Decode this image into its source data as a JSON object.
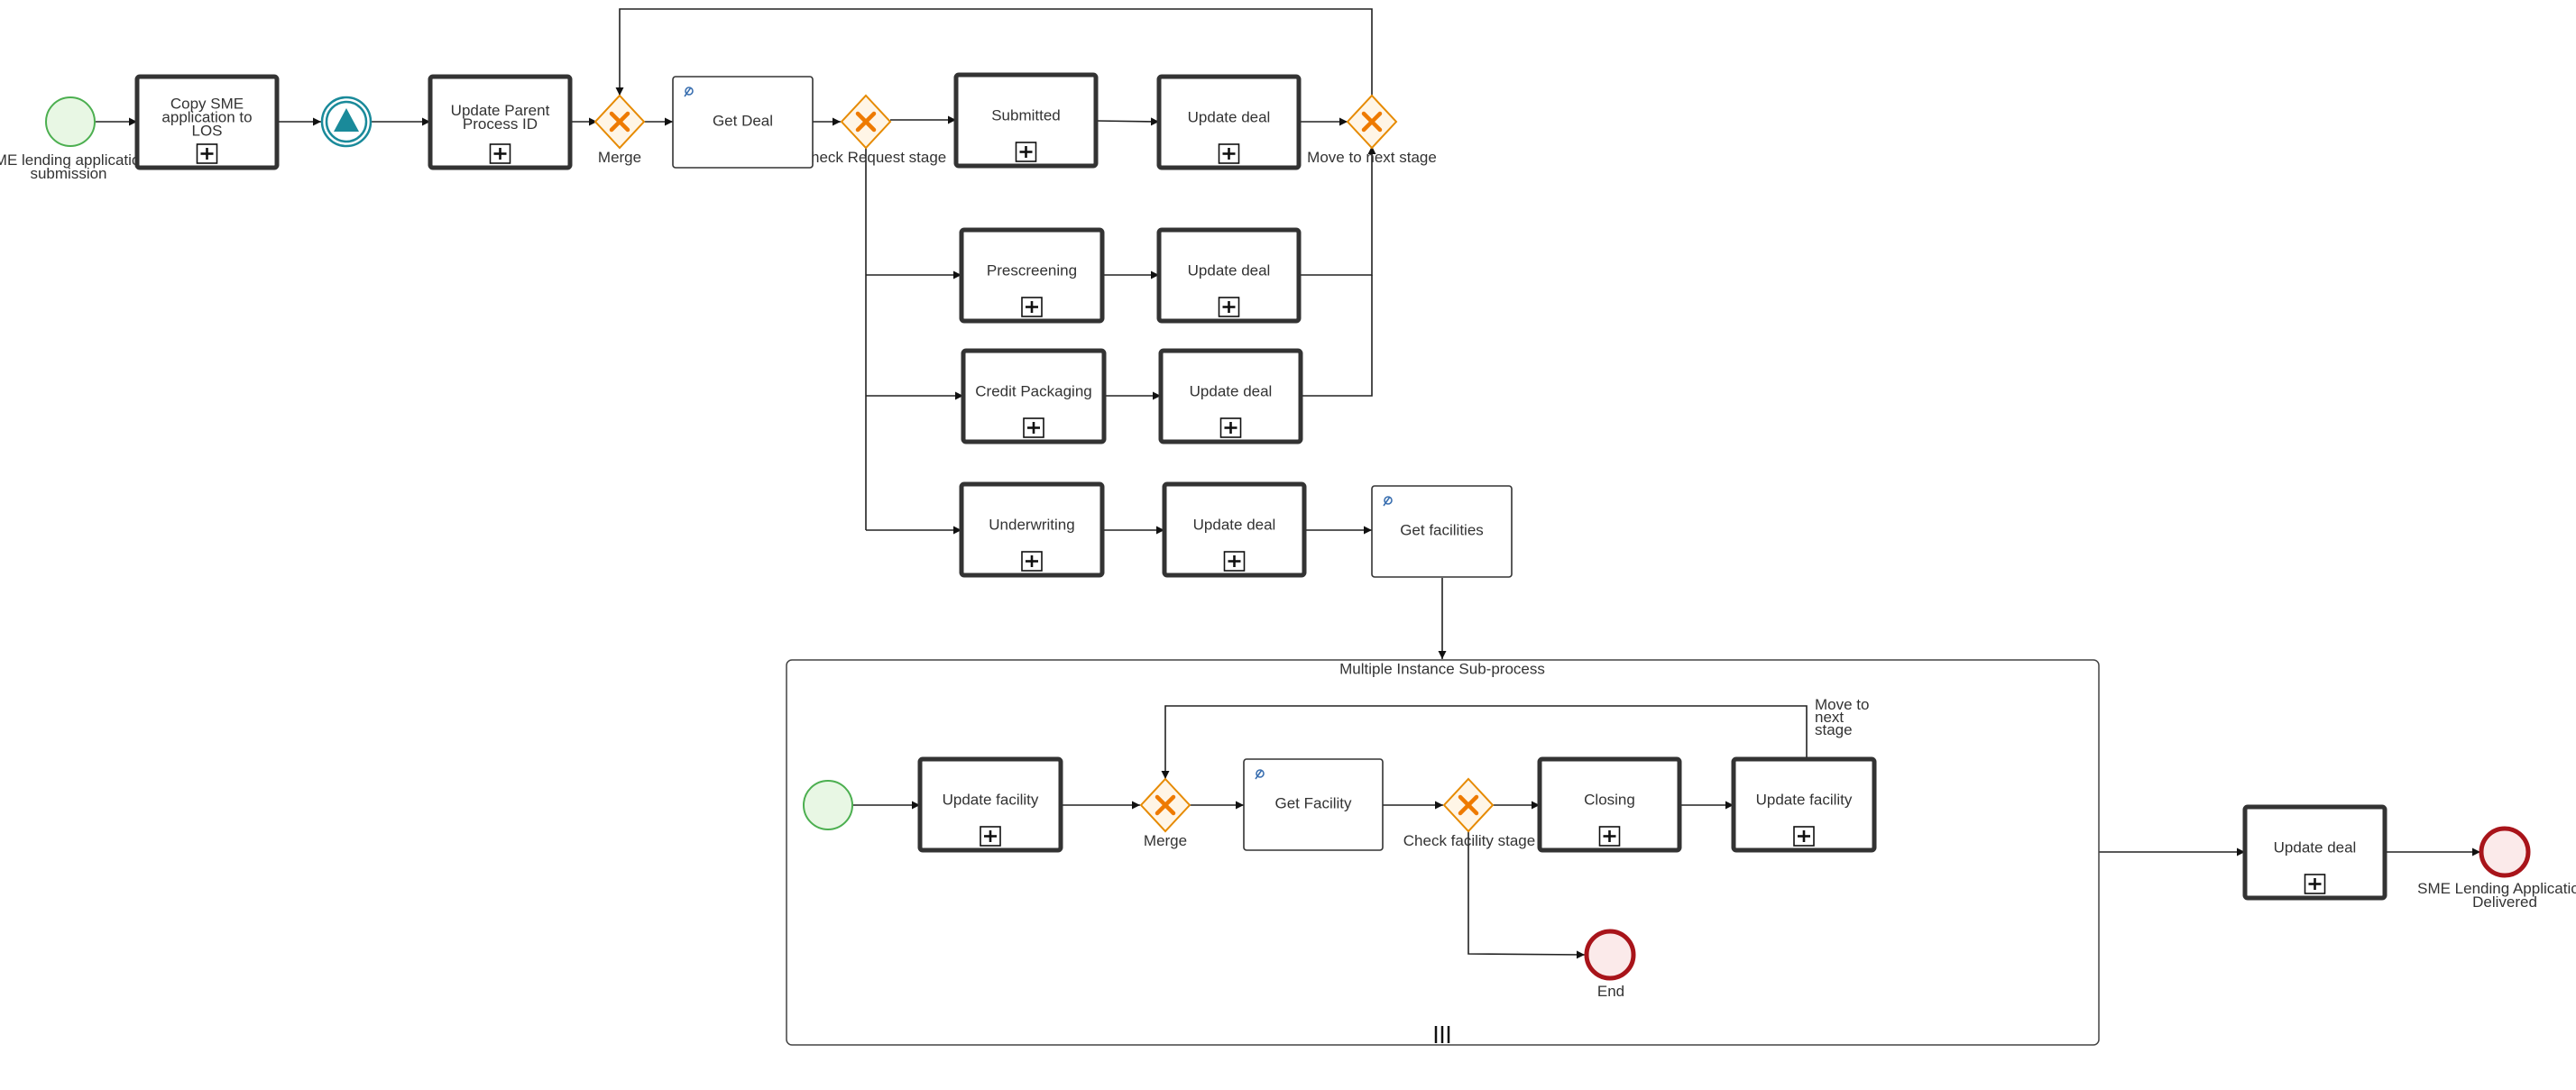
{
  "tasks": {
    "copy_sme": "Copy SME application to LOS",
    "update_parent": "Update Parent Process ID",
    "get_deal": "Get Deal",
    "submitted": "Submitted",
    "update_deal_1": "Update deal",
    "prescreening": "Prescreening",
    "update_deal_2": "Update deal",
    "credit_packaging": "Credit Packaging",
    "update_deal_3": "Update deal",
    "underwriting": "Underwriting",
    "update_deal_4": "Update deal",
    "get_facilities": "Get facilities",
    "update_facility_1": "Update facility",
    "get_facility": "Get Facility",
    "closing": "Closing",
    "update_facility_2": "Update facility",
    "update_deal_final": "Update deal"
  },
  "gateways": {
    "merge_1": "Merge",
    "check_request_stage": "Check Request stage",
    "move_to_next_stage": "Move to next stage",
    "merge_2": "Merge",
    "check_facility_stage": "Check facility stage"
  },
  "events": {
    "start": "SME lending application submission",
    "end_sub": "End",
    "end_main": "SME Lending Application Delivered"
  },
  "subprocess": {
    "title": "Multiple Instance Sub-process"
  },
  "annotations": {
    "move_to_next_stage_sub": "Move to next stage"
  }
}
